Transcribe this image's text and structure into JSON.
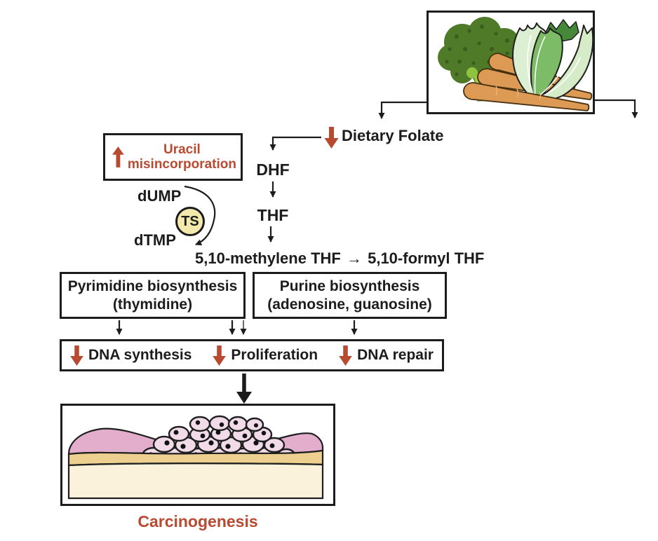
{
  "colors": {
    "accent_red": "#b84a32",
    "line_black": "#1c1c1c",
    "ts_circle_fill": "#f3e9ac"
  },
  "icons": {
    "decrease_arrow": "red-down-arrow",
    "increase_arrow": "red-up-arrow",
    "flow_arrow": "black-arrow"
  },
  "folate_pathway": {
    "dietary_folate_label": "Dietary Folate",
    "dhf_label": "DHF",
    "thf_label": "THF",
    "methylene_label": "5,10-methylene THF",
    "conversion_arrow_glyph": "→",
    "formyl_label": "5,10-formyl THF"
  },
  "uracil_box": {
    "line1": "Uracil",
    "line2": "misincorporation"
  },
  "ts_cycle": {
    "substrate_label": "dUMP",
    "enzyme_label": "TS",
    "product_label": "dTMP"
  },
  "pyrimidine_box": {
    "line1": "Pyrimidine biosynthesis",
    "line2": "(thymidine)"
  },
  "purine_box": {
    "line1": "Purine biosynthesis",
    "line2": "(adenosine, guanosine)"
  },
  "outcomes_bar": {
    "items": [
      {
        "label": "DNA synthesis"
      },
      {
        "label": "Proliferation"
      },
      {
        "label": "DNA repair"
      }
    ]
  },
  "carcinogenesis": {
    "caption": "Carcinogenesis"
  }
}
